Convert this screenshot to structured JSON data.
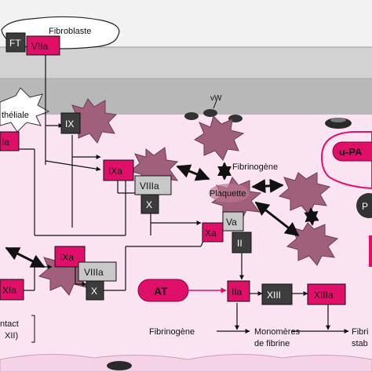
{
  "cells": {
    "fibroblast": "Fibroblaste",
    "endothelial": "théliale",
    "contact_line1": "ntact",
    "contact_line2": "XII)",
    "vw": "vW"
  },
  "factors": {
    "ft": "FT",
    "viia": "VIIa",
    "ix": "IX",
    "ixa_top": "IXa",
    "viiia_top": "VIIIa",
    "x_top": "X",
    "xia_left_top": "Ia",
    "ixa_low": "IXa",
    "viiia_low": "VIIIa",
    "x_low": "X",
    "xia_low": "XIa",
    "xa": "Xa",
    "va": "Va",
    "ii": "II",
    "iia": "IIa",
    "xiii": "XIII",
    "xiiia": "XIIIa"
  },
  "labels": {
    "fibrinogene_top": "Fibrinogène",
    "plaquette": "Plaquette",
    "at": "AT",
    "upa": "u-PA",
    "p_partial": "P",
    "fibrinogene_bottom": "Fibrinogène",
    "monomeres_line1": "Monomères",
    "monomeres_line2": "de fibrine",
    "fibrine_line1": "Fibri",
    "fibrine_line2": "stab"
  },
  "colors": {
    "magenta": "#e0106a",
    "dark_box": "#3c3c3c",
    "light_box": "#c8c8c8",
    "platelet": "#a0607c",
    "plasma": "#fbe4f2"
  }
}
